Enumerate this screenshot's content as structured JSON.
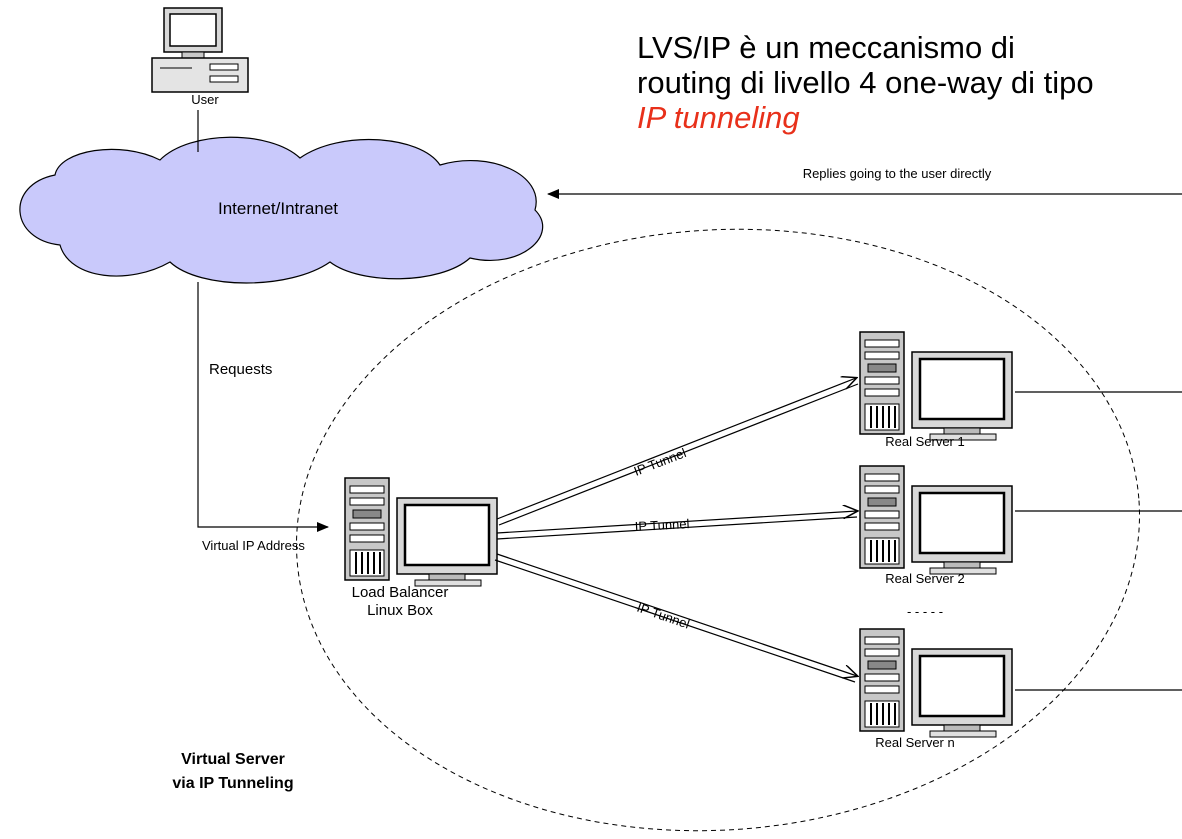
{
  "heading": {
    "line1": "LVS/IP è un meccanismo di",
    "line2": "routing di livello 4 one-way di tipo",
    "line3": "IP tunneling"
  },
  "colors": {
    "cloud_fill": "#c9c9fb",
    "heading_accent": "#e8301a"
  },
  "nodes": {
    "user": "User",
    "cloud": "Internet/Intranet",
    "lb_line1": "Load Balancer",
    "lb_line2": "Linux Box",
    "rs1": "Real Server 1",
    "rs2": "Real Server 2",
    "rsn": "Real Server n"
  },
  "labels": {
    "replies": "Replies going to the user directly",
    "requests": "Requests",
    "vip": "Virtual IP Address",
    "tunnel1": "IP Tunnel",
    "tunnel2": "IP Tunnel",
    "tunnel3": "IP Tunnel",
    "ellipsis": "- - - - -",
    "title1": "Virtual Server",
    "title2": "via IP Tunneling"
  }
}
